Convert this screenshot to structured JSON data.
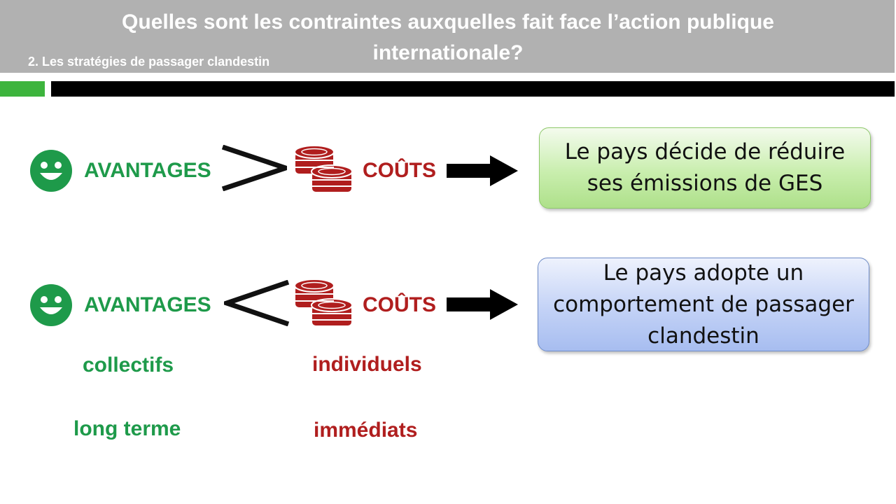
{
  "header": {
    "title": "Quelles sont les contraintes  auxquelles fait face l’action publique internationale?",
    "subtitle": "2. Les stratégies de passager clandestin"
  },
  "colors": {
    "green_text": "#1e9a4a",
    "red_text": "#b01e1e",
    "header_bg": "#b1b1b1",
    "accent_green": "#3db43d"
  },
  "row1": {
    "advantages": "AVANTAGES",
    "comparison": ">",
    "costs": "COÛTS",
    "result_lines": [
      "Le pays décide de réduire",
      "ses émissions de GES"
    ]
  },
  "row2": {
    "advantages": "AVANTAGES",
    "comparison": "<",
    "costs": "COÛTS",
    "result_lines": [
      "Le pays adopte un",
      "comportement de passager",
      "clandestin"
    ]
  },
  "qualifiers": {
    "advantages": [
      "collectifs",
      "long terme"
    ],
    "costs": [
      "individuels",
      "immédiats"
    ]
  },
  "icons": {
    "smiley": "smiley-icon",
    "coins": "coins-icon",
    "arrow": "arrow-right-icon"
  }
}
